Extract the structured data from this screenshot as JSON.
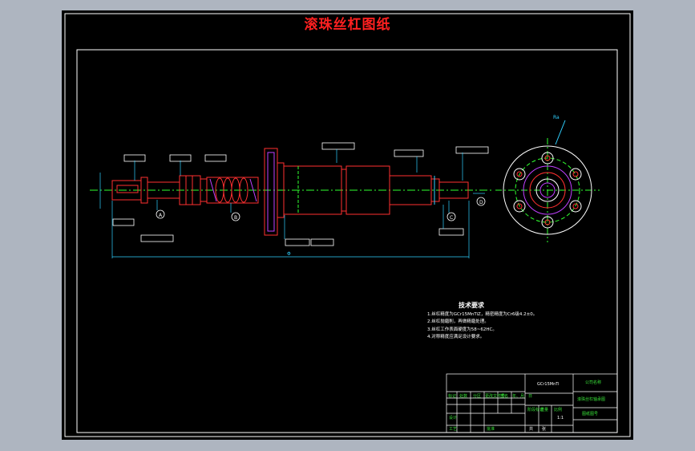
{
  "page": {
    "title": "滚珠丝杠图纸"
  },
  "colors": {
    "frame": "#ffffff",
    "part": "#ff3030",
    "dims": "#30d0ff",
    "centers": "#30ff30",
    "hatch": "#c040ff",
    "title": "#ff2020"
  },
  "technical_requirements": {
    "heading": "技术要求",
    "items": [
      "1.丝杠精度为GCr15MnTiZ，精密精度为Cr6级4.2±0。",
      "2.丝杠抛磨削，再做精磨处理。",
      "3.丝杠工作表面硬度为58~62HC。",
      "4.对称精度应满足设计要求。"
    ]
  },
  "annotations": {
    "surface_finish": "Ra",
    "dim_length": "Φ",
    "datum_a": "A",
    "datum_b": "B",
    "datum_c": "C",
    "datum_d": "D"
  },
  "title_block": {
    "material": "GCr15MnTi",
    "company": "公司名称",
    "part_name": "滚珠丝杠轴承图",
    "drawing_no": "图纸图号",
    "header_labels": [
      "标记",
      "处数",
      "分区",
      "更改文件号",
      "签名",
      "年、月、日"
    ],
    "row_design": "设计",
    "row_process": "工艺",
    "stage_label": "阶段标记",
    "weight_label": "重量",
    "scale_label": "比例",
    "sheet_label": "共",
    "sheet_of": "张",
    "approve_label": "批准",
    "scale_value": "1:1"
  }
}
